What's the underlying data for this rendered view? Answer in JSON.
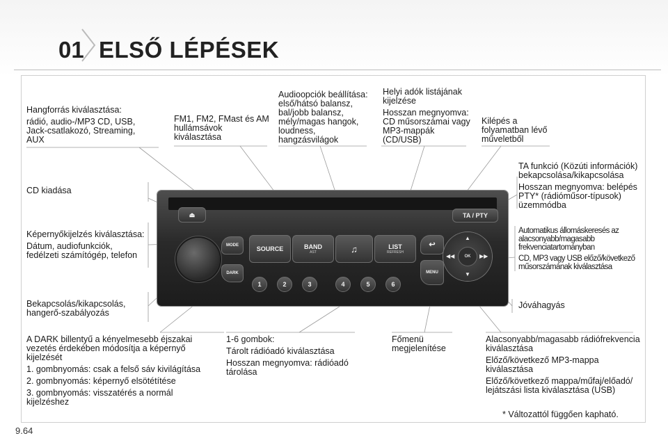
{
  "header": {
    "chapter": "01",
    "title": "ELSŐ LÉPÉSEK"
  },
  "page_number": "9.64",
  "footnote": "* Változattól függően kapható.",
  "labels": {
    "source": [
      "Hangforrás kiválasztása:",
      "rádió, audio-/MP3 CD, USB, Jack-csatlakozó, Streaming, AUX"
    ],
    "band": [
      "FM1, FM2, FMast és AM hullámsávok kiválasztása"
    ],
    "audio": [
      "Audioopciók beállítása: első/hátsó balansz, bal/jobb balansz, mély/magas hangok, loudness, hangzásvilágok"
    ],
    "list": [
      "Helyi adók listájának kijelzése",
      "Hosszan megnyomva: CD műsorszámai vagy MP3-mappák (CD/USB)"
    ],
    "back": [
      "Kilépés a folyamatban lévő műveletből"
    ],
    "ta": [
      "TA funkció (Közúti információk) bekapcsolása/kikapcsolása",
      "Hosszan megnyomva: belépés PTY* (rádióműsor-típusok) üzemmódba"
    ],
    "seek": [
      "Automatikus állomáskeresés az alacsonyabb/magasabb frekvenciatartományban",
      "CD, MP3 vagy USB előző/következő műsorszámának kiválasztása"
    ],
    "ok": [
      "Jóváhagyás"
    ],
    "eject": [
      "CD kiadása"
    ],
    "mode": [
      "Képernyőkijelzés kiválasztása:",
      "Dátum, audiofunkciók, fedélzeti számítógép, telefon"
    ],
    "power": [
      "Bekapcsolás/kikapcsolás, hangerő-szabályozás"
    ],
    "dark": [
      "A DARK billentyű a kényelmesebb éjszakai vezetés érdekében módosítja a képernyő kijelzését",
      "1. gombnyomás: csak a felső sáv kivilágítása",
      "2. gombnyomás: képernyő elsötétítése",
      "3. gombnyomás: visszatérés a normál kijelzéshez"
    ],
    "presets": [
      "1-6 gombok:",
      "Tárolt rádióadó kiválasztása",
      "Hosszan megnyomva: rádióadó tárolása"
    ],
    "menu": [
      "Főmenü megjelenítése"
    ],
    "updown": [
      "Alacsonyabb/magasabb rádiófrekvencia kiválasztása",
      "Előző/következő MP3-mappa kiválasztása",
      "Előző/következő mappa/műfaj/előadó/ lejátszási lista kiválasztása (USB)"
    ]
  },
  "radio": {
    "source": "SOURCE",
    "band": "BAND",
    "band_sub": "AST",
    "list": "LIST",
    "list_sub": "REFRESH",
    "ta": "TA / PTY",
    "mode": "MODE",
    "dark": "DARK",
    "menu": "MENU",
    "ok": "OK",
    "presets": [
      "1",
      "2",
      "3",
      "4",
      "5",
      "6"
    ]
  },
  "icons": {
    "eject": "eject-icon",
    "music": "music-note-icon",
    "back": "back-arrow-icon",
    "up": "arrow-up-icon",
    "down": "arrow-down-icon",
    "left": "rewind-icon",
    "right": "fast-forward-icon"
  },
  "colors": {
    "panel": "#2a2a2a",
    "line": "#9a9a9a",
    "text": "#1a1a1a"
  }
}
